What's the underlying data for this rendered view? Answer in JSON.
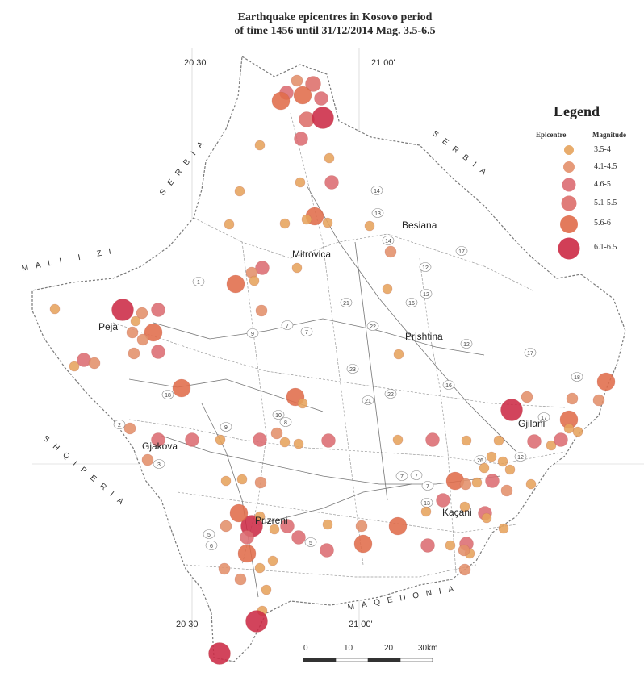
{
  "title": {
    "line1": "Earthquake epicentres in Kosovo period",
    "line2": "of time 1456 until 31/12/2014 Mag. 3.5-6.5"
  },
  "coords": {
    "top_left": "20 30'",
    "top_right": "21 00'",
    "bottom_left": "20 30'",
    "bottom_right": "21 00'"
  },
  "countries": {
    "serbia_north": "SERBIA",
    "serbia_east": "SERBIA",
    "montenegro": "MALI I ZI",
    "albania": "SHQIPERIA",
    "macedonia": "MAQEDONIA"
  },
  "cities": {
    "besiana": "Besiana",
    "mitrovica": "Mitrovica",
    "peja": "Peja",
    "prishtina": "Prishtina",
    "gjakova": "Gjakova",
    "gjilani": "Gjilani",
    "prizreni": "Prizreni",
    "kacani": "Kaçani"
  },
  "legend": {
    "title": "Legend",
    "col_epicentre": "Epicentre",
    "col_magnitude": "Magnitude",
    "classes": [
      {
        "label": "3.5-4",
        "color": "#e6a35c"
      },
      {
        "label": "4.1-4.5",
        "color": "#e38f6a"
      },
      {
        "label": "4.6-5",
        "color": "#dc6c72"
      },
      {
        "label": "5.1-5.5",
        "color": "#dd6e6a"
      },
      {
        "label": "5.6-6",
        "color": "#e06c4a"
      },
      {
        "label": "6.1-6.5",
        "color": "#cc2a45"
      }
    ]
  },
  "scale": {
    "labels": [
      "0",
      "10",
      "20",
      "30km"
    ]
  },
  "road_numbers": [
    "14",
    "13",
    "14",
    "17",
    "12",
    "16",
    "12",
    "21",
    "22",
    "23",
    "21",
    "22",
    "16",
    "17",
    "1",
    "9",
    "7",
    "7",
    "18",
    "10",
    "8",
    "9",
    "2",
    "3",
    "5",
    "6",
    "5",
    "7",
    "13",
    "7",
    "26",
    "12",
    "18",
    "17",
    "12",
    "7"
  ],
  "epicentres": [
    {
      "mag": 4.2
    },
    {
      "mag": 5.2
    },
    {
      "mag": 4.8
    },
    {
      "mag": 5.8
    },
    {
      "mag": 5.8
    },
    {
      "mag": 4.8
    },
    {
      "mag": 5.2
    },
    {
      "mag": 6.3
    },
    {
      "mag": 5.0
    },
    {
      "mag": 3.8
    },
    {
      "mag": 3.8
    },
    {
      "mag": 4.8
    },
    {
      "mag": 3.8
    },
    {
      "mag": 3.8
    },
    {
      "mag": 5.8
    },
    {
      "mag": 3.8
    },
    {
      "mag": 3.8
    },
    {
      "mag": 3.8
    },
    {
      "mag": 3.8
    },
    {
      "mag": 3.8
    },
    {
      "mag": 4.8
    },
    {
      "mag": 5.8
    },
    {
      "mag": 4.2
    },
    {
      "mag": 3.8
    },
    {
      "mag": 3.8
    },
    {
      "mag": 4.2
    },
    {
      "mag": 3.8
    },
    {
      "mag": 3.8
    },
    {
      "mag": 6.3
    },
    {
      "mag": 4.2
    },
    {
      "mag": 4.8
    },
    {
      "mag": 3.8
    },
    {
      "mag": 4.2
    },
    {
      "mag": 5.8
    },
    {
      "mag": 4.2
    },
    {
      "mag": 4.8
    },
    {
      "mag": 4.2
    },
    {
      "mag": 4.8
    },
    {
      "mag": 3.8
    },
    {
      "mag": 4.2
    },
    {
      "mag": 4.2
    },
    {
      "mag": 5.8
    },
    {
      "mag": 5.8
    },
    {
      "mag": 3.8
    },
    {
      "mag": 3.8
    },
    {
      "mag": 4.8
    },
    {
      "mag": 4.8
    },
    {
      "mag": 4.2
    },
    {
      "mag": 4.2
    },
    {
      "mag": 3.8
    },
    {
      "mag": 4.8
    },
    {
      "mag": 4.2
    },
    {
      "mag": 3.8
    },
    {
      "mag": 3.8
    },
    {
      "mag": 4.8
    },
    {
      "mag": 3.8
    },
    {
      "mag": 4.8
    },
    {
      "mag": 3.8
    },
    {
      "mag": 6.3
    },
    {
      "mag": 4.2
    },
    {
      "mag": 4.2
    },
    {
      "mag": 5.8
    },
    {
      "mag": 4.2
    },
    {
      "mag": 3.8
    },
    {
      "mag": 4.8
    },
    {
      "mag": 5.8
    },
    {
      "mag": 3.8
    },
    {
      "mag": 3.8
    },
    {
      "mag": 4.8
    },
    {
      "mag": 3.8
    },
    {
      "mag": 3.8
    },
    {
      "mag": 3.8
    },
    {
      "mag": 3.8
    },
    {
      "mag": 4.8
    },
    {
      "mag": 4.2
    },
    {
      "mag": 5.8
    },
    {
      "mag": 4.2
    },
    {
      "mag": 3.8
    },
    {
      "mag": 3.8
    },
    {
      "mag": 3.8
    },
    {
      "mag": 3.8
    },
    {
      "mag": 4.8
    },
    {
      "mag": 3.8
    },
    {
      "mag": 3.8
    },
    {
      "mag": 4.8
    },
    {
      "mag": 3.8
    },
    {
      "mag": 3.8
    },
    {
      "mag": 4.8
    },
    {
      "mag": 3.8
    },
    {
      "mag": 6.3
    },
    {
      "mag": 5.8
    },
    {
      "mag": 4.2
    },
    {
      "mag": 4.8
    },
    {
      "mag": 3.8
    },
    {
      "mag": 3.8
    },
    {
      "mag": 4.8
    },
    {
      "mag": 3.8
    },
    {
      "mag": 3.8
    },
    {
      "mag": 4.2
    },
    {
      "mag": 5.8
    },
    {
      "mag": 4.2
    },
    {
      "mag": 4.2
    },
    {
      "mag": 3.8
    },
    {
      "mag": 3.8
    },
    {
      "mag": 3.8
    },
    {
      "mag": 4.8
    },
    {
      "mag": 3.8
    },
    {
      "mag": 4.2
    },
    {
      "mag": 5.8
    },
    {
      "mag": 4.8
    },
    {
      "mag": 5.8
    },
    {
      "mag": 4.8
    },
    {
      "mag": 4.2
    },
    {
      "mag": 3.8
    },
    {
      "mag": 6.3
    },
    {
      "mag": 6.3
    },
    {
      "mag": 4.2
    },
    {
      "mag": 3.8
    },
    {
      "mag": 4.8
    },
    {
      "mag": 4.2
    },
    {
      "mag": 3.8
    },
    {
      "mag": 5.8
    },
    {
      "mag": 3.8
    },
    {
      "mag": 4.2
    },
    {
      "mag": 6.3
    },
    {
      "mag": 4.8
    },
    {
      "mag": 4.2
    },
    {
      "mag": 4.2
    },
    {
      "mag": 5.8
    },
    {
      "mag": 4.2
    },
    {
      "mag": 3.8
    },
    {
      "mag": 4.2
    },
    {
      "mag": 5.8
    },
    {
      "mag": 4.8
    },
    {
      "mag": 4.2
    },
    {
      "mag": 3.8
    },
    {
      "mag": 3.8
    },
    {
      "mag": 3.8
    },
    {
      "mag": 3.8
    },
    {
      "mag": 4.2
    }
  ]
}
